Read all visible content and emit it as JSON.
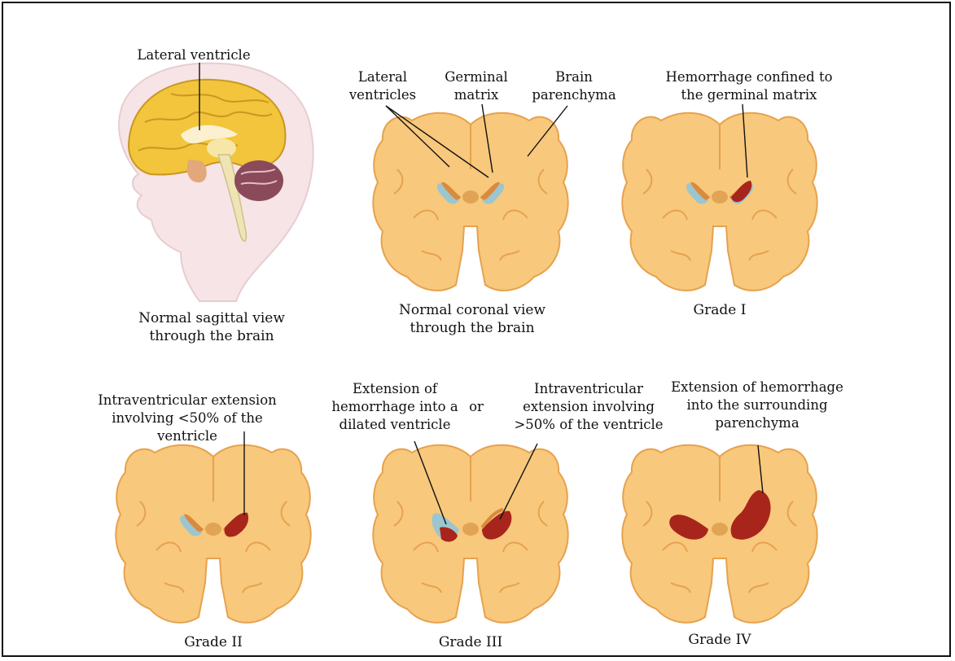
{
  "labels": {
    "lateral_ventricle": "Lateral ventricle",
    "lateral_ventricles": [
      "Lateral",
      "ventricles"
    ],
    "germinal_matrix": [
      "Germinal",
      "matrix"
    ],
    "brain_parenchyma": [
      "Brain",
      "parenchyma"
    ],
    "grade1_note": [
      "Hemorrhage confined to",
      "the germinal matrix"
    ],
    "grade2_note": [
      "Intraventricular extension",
      "involving <50% of the",
      "ventricle"
    ],
    "grade3_note_a": [
      "Extension of",
      "hemorrhage into a",
      "dilated ventricle"
    ],
    "or": "or",
    "grade3_note_b": [
      "Intraventricular",
      "extension involving",
      ">50% of the ventricle"
    ],
    "grade4_note": [
      "Extension of hemorrhage",
      "into the surrounding",
      "parenchyma"
    ]
  },
  "captions": {
    "sagittal": [
      "Normal sagittal view",
      "through the brain"
    ],
    "coronal": [
      "Normal coronal view",
      "through the brain"
    ],
    "grade1": "Grade I",
    "grade2": "Grade II",
    "grade3": "Grade III",
    "grade4": "Grade IV"
  },
  "colors": {
    "brain": "#f8c87c",
    "brain_outline": "#e6a24e",
    "ventricle_blue": "#9cc6cf",
    "germinal_matrix": "#d98a3c",
    "hemorrhage": "#a8251c",
    "skin": "#f6e4e6",
    "cerebellum": "#8a4a5a"
  }
}
